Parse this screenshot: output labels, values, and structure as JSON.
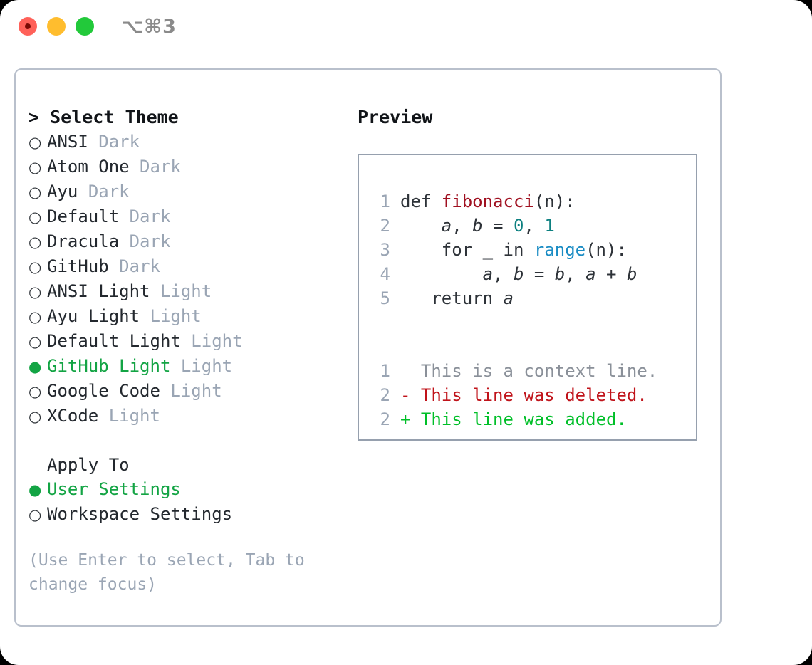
{
  "titlebar": {
    "shortcut": "⌥⌘3",
    "buttons": [
      {
        "name": "close",
        "color": "#ff6159"
      },
      {
        "name": "minimize",
        "color": "#ffbd2e"
      },
      {
        "name": "maximize",
        "color": "#22c93a"
      }
    ]
  },
  "theme_picker": {
    "header": "> Select Theme",
    "options": [
      {
        "bullet": "○",
        "label": "ANSI",
        "suffix": "Dark",
        "selected": false
      },
      {
        "bullet": "○",
        "label": "Atom One",
        "suffix": "Dark",
        "selected": false
      },
      {
        "bullet": "○",
        "label": "Ayu",
        "suffix": "Dark",
        "selected": false
      },
      {
        "bullet": "○",
        "label": "Default",
        "suffix": "Dark",
        "selected": false
      },
      {
        "bullet": "○",
        "label": "Dracula",
        "suffix": "Dark",
        "selected": false
      },
      {
        "bullet": "○",
        "label": "GitHub",
        "suffix": "Dark",
        "selected": false
      },
      {
        "bullet": "○",
        "label": "ANSI Light",
        "suffix": "Light",
        "selected": false
      },
      {
        "bullet": "○",
        "label": "Ayu Light",
        "suffix": "Light",
        "selected": false
      },
      {
        "bullet": "○",
        "label": "Default Light",
        "suffix": "Light",
        "selected": false
      },
      {
        "bullet": "●",
        "label": "GitHub Light",
        "suffix": "Light",
        "selected": true
      },
      {
        "bullet": "○",
        "label": "Google Code",
        "suffix": "Light",
        "selected": false
      },
      {
        "bullet": "○",
        "label": "XCode",
        "suffix": "Light",
        "selected": false
      }
    ]
  },
  "apply_to": {
    "header": "Apply To",
    "options": [
      {
        "bullet": "●",
        "label": "User Settings",
        "selected": true
      },
      {
        "bullet": "○",
        "label": "Workspace Settings",
        "selected": false
      }
    ]
  },
  "hint": "(Use Enter to select, Tab to change focus)",
  "preview": {
    "header": "Preview",
    "code_lines": [
      {
        "num": "1",
        "indent": "",
        "parts": [
          {
            "text": "def ",
            "style": "plain"
          },
          {
            "text": "fibonacci",
            "style": "fn"
          },
          {
            "text": "(n):",
            "style": "plain"
          }
        ]
      },
      {
        "num": "2",
        "indent": "    ",
        "parts": [
          {
            "text": "a",
            "style": "var"
          },
          {
            "text": ", ",
            "style": "plain"
          },
          {
            "text": "b",
            "style": "var"
          },
          {
            "text": " = ",
            "style": "plain"
          },
          {
            "text": "0",
            "style": "num"
          },
          {
            "text": ", ",
            "style": "plain"
          },
          {
            "text": "1",
            "style": "num"
          }
        ]
      },
      {
        "num": "3",
        "indent": "    ",
        "parts": [
          {
            "text": "for _ in ",
            "style": "plain"
          },
          {
            "text": "range",
            "style": "call"
          },
          {
            "text": "(n):",
            "style": "plain"
          }
        ]
      },
      {
        "num": "4",
        "indent": "        ",
        "parts": [
          {
            "text": "a",
            "style": "var"
          },
          {
            "text": ", ",
            "style": "plain"
          },
          {
            "text": "b",
            "style": "var"
          },
          {
            "text": " = ",
            "style": "plain"
          },
          {
            "text": "b",
            "style": "var"
          },
          {
            "text": ", ",
            "style": "plain"
          },
          {
            "text": "a",
            "style": "var"
          },
          {
            "text": " + ",
            "style": "plain"
          },
          {
            "text": "b",
            "style": "var"
          }
        ]
      },
      {
        "num": "5",
        "indent": "   ",
        "parts": [
          {
            "text": "return ",
            "style": "plain"
          },
          {
            "text": "a",
            "style": "var"
          }
        ]
      }
    ],
    "diff_lines": [
      {
        "num": "1",
        "marker": "  ",
        "text": "This is a context line.",
        "kind": "context"
      },
      {
        "num": "2",
        "marker": "- ",
        "text": "This line was deleted.",
        "kind": "deleted"
      },
      {
        "num": "2",
        "marker": "+ ",
        "text": "This line was added.",
        "kind": "added"
      }
    ]
  },
  "colors": {
    "accent_green": "#13a444",
    "diff_add": "#00bf28",
    "diff_del": "#c0131a",
    "muted": "#9aa5b4",
    "fn_red": "#a01020",
    "call_blue": "#1a8cc4",
    "num_teal": "#0d8080",
    "panel_border": "#b9c0cc",
    "preview_border": "#96a0ae"
  }
}
